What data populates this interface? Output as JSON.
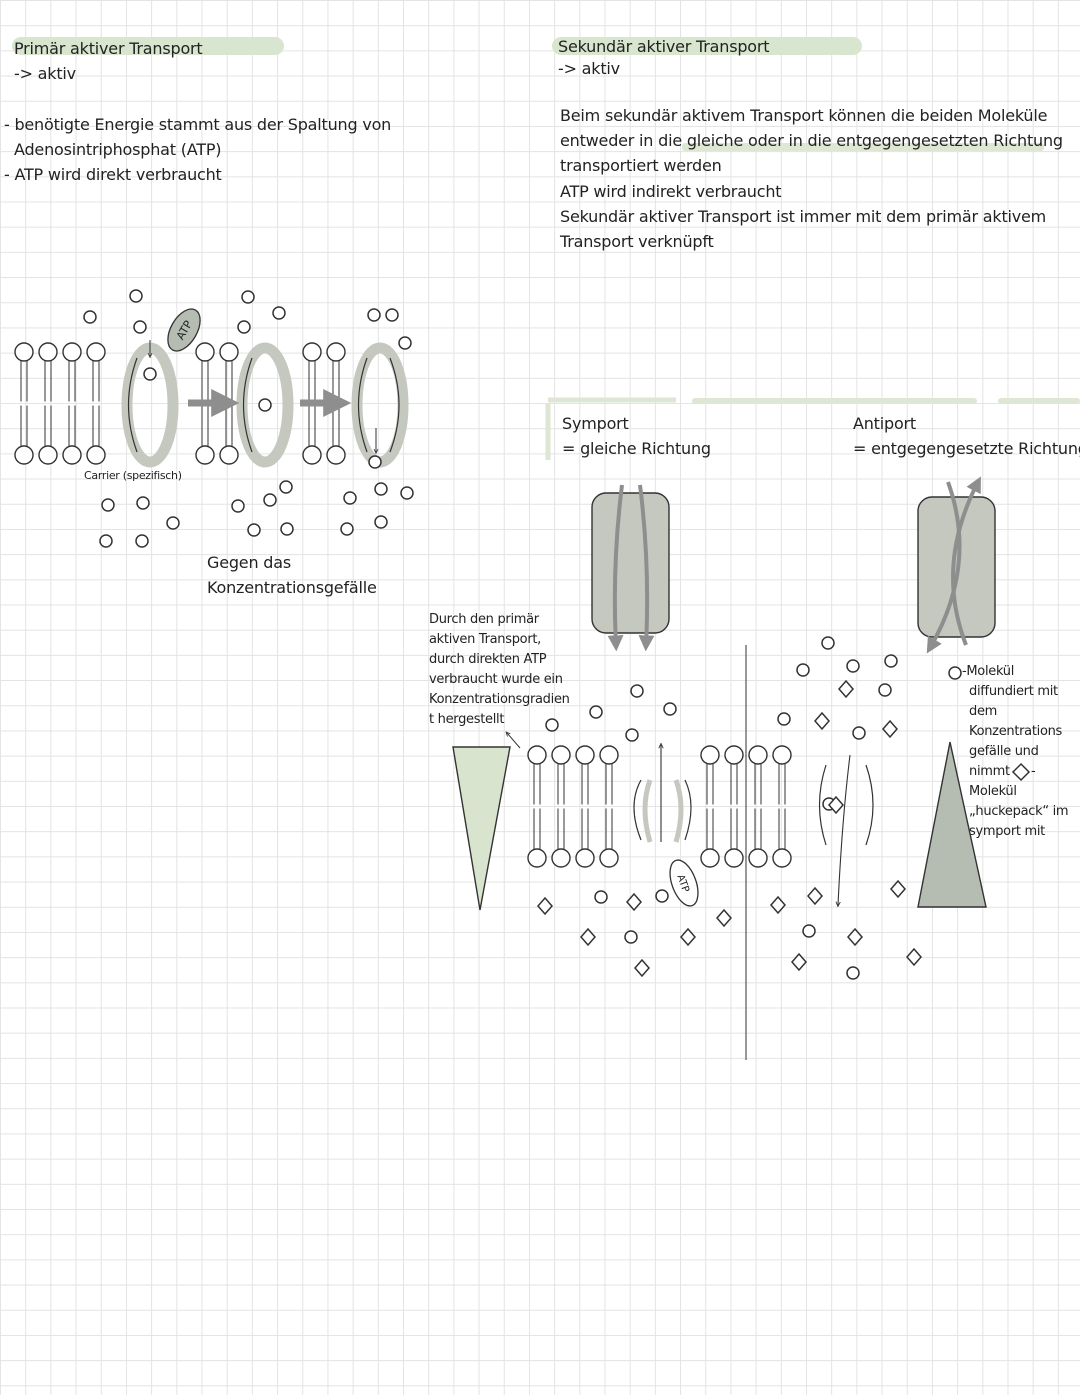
{
  "left": {
    "title": "Primär aktiver Transport",
    "subtitle": "-> aktiv",
    "bullets": [
      "- benötigte Energie stammt aus der Spaltung von",
      "Adenosintriphosphat (ATP)",
      "- ATP wird direkt verbraucht"
    ],
    "carrier_label": "Carrier (spezifisch)",
    "atp_label": "ATP",
    "gradient_label_line1": "Gegen das",
    "gradient_label_line2": "Konzentrationsgefälle"
  },
  "right": {
    "title": "Sekundär aktiver Transport",
    "subtitle": "-> aktiv",
    "paragraph": [
      "Beim sekundär aktivem Transport können die beiden Moleküle",
      "entweder in die gleiche oder in die entgegengesetzten Richtung",
      "transportiert werden",
      "ATP wird indirekt verbraucht",
      "Sekundär aktiver Transport ist immer mit dem primär aktivem",
      "Transport verknüpft"
    ],
    "symport_title": "Symport",
    "symport_desc": "= gleiche Richtung",
    "antiport_title": "Antiport",
    "antiport_desc": "= entgegengesetzte Richtung",
    "note_left": [
      "Durch den primär",
      "aktiven Transport,",
      "durch direkten ATP",
      "verbraucht wurde ein",
      "Konzentrationsgradien",
      "t hergestellt"
    ],
    "note_right": [
      "-Molekül",
      "diffundiert mit",
      "dem",
      "Konzentrations",
      "gefälle und",
      "nimmt",
      "-",
      "Molekül",
      "„huckepack“ im",
      "symport mit"
    ],
    "atp_label": "ATP"
  },
  "colors": {
    "highlight": "#d9e6cf",
    "protein_gray": "#c4c8bf",
    "triangle_green": "#d8e4cd",
    "triangle_gray": "#b5bcb2",
    "arrow_gray": "#8e8e8e"
  }
}
